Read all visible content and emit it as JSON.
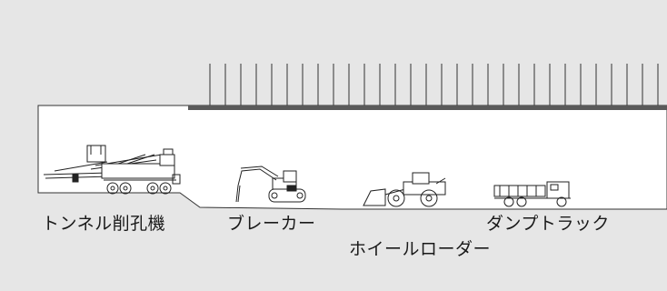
{
  "labels": {
    "tunnel_drill": "トンネル削孔機",
    "breaker": "ブレーカー",
    "wheel_loader": "ホイールローダー",
    "dump_truck": "ダンプトラック"
  },
  "colors": {
    "background": "#e6e6e6",
    "tunnel_interior": "#ffffff",
    "outline": "#333333",
    "slab": "#5a5a5a"
  },
  "icons": [
    "tunnel-drill-icon",
    "breaker-excavator-icon",
    "wheel-loader-icon",
    "dump-truck-icon",
    "rock-bolt-icon"
  ]
}
